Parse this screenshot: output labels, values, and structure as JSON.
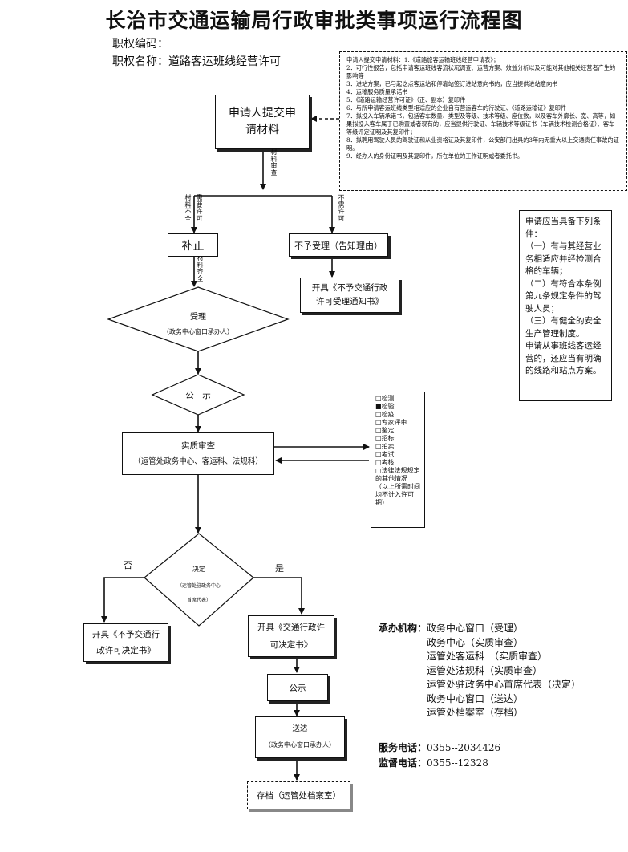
{
  "title": "长治市交通运输局行政审批类事项运行流程图",
  "code_label": "职权编码：",
  "name_label": "职权名称：道路客运班线经营许可",
  "requirements": [
    "申请人提交申请材料：1.《道路旅客运输班线经营申请表》；",
    "2．可行性报告，包括申请客运班线客流状况调查、运营方案、效益分析以及可能对其他相关经营者产生的影响等",
    "3．进站方案，已与起讫点客运站和停靠站签订进站意向书的，应当提供进站意向书",
    "4．运输服务质量承诺书",
    "5．《道路运输经营许可证》（正、副本）复印件",
    "6．与所申请客运班线类型相适应的企业自有营运客车的行驶证、《道路运输证》复印件",
    "7．拟投入车辆承诺书，包括客车数量、类型及等级、技术等级、座位数，以及客车外廓长、宽、高等，如果拟投入客车属于已购置或者现有的，应当提供行驶证、车辆技术等级证书（车辆技术检测合格证）、客车等级评定证明及其复印件；",
    "8．拟聘用驾驶人员的驾驶证和从业资格证及其复印件，公安部门出具的3年内无重大以上交通责任事故的证明。",
    "9．经办人的身份证明及其复印件，所在单位的工作证明或者委托书。"
  ],
  "conditions": [
    "申请应当具备下列条件：",
    "（一）有与其经营业务相适应并经检测合格的车辆；",
    "（二）有符合本条例第九条规定条件的驾驶人员；",
    "（三）有健全的安全生产管理制度。",
    "申请从事班线客运经营的，还应当有明确的线路和站点方案。"
  ],
  "nodes": {
    "submit": "申请人提交申请材料",
    "supplement": "补正",
    "reject": "不予受理（告知理由）",
    "reject_notice": "开具《不予交通行政许可受理通知书》",
    "accept": "受理",
    "accept_sub": "（政务中心窗口承办人）",
    "publicity1": "公　示",
    "review": "实质审查",
    "review_sub": "（运管处政务中心、客运科、法规科）",
    "decision": "决定",
    "decision_sub1": "（运管处驻政务中心",
    "decision_sub2": "首席代表）",
    "deny": "开具《不予交通行政许可决定书》",
    "approve": "开具《交通行政许可决定书》",
    "publicity2": "公示",
    "deliver": "送达",
    "deliver_sub": "（政务中心窗口承办人）",
    "archive": "存档（运管处档案室）"
  },
  "edge_labels": {
    "review_materials": "材料审查",
    "materials_incomplete": "材料不全",
    "needs_permit": "需要许可",
    "no_permit": "不需许可",
    "materials_complete": "材料齐全",
    "no": "否",
    "yes": "是"
  },
  "checklist": [
    "检测",
    "检验",
    "检疫",
    "专家评审",
    "鉴定",
    "招标",
    "拍卖",
    "考试",
    "考核",
    "法律法规规定的其他情况",
    "（以上所需时间均不计入许可期）"
  ],
  "checklist_checked": [
    false,
    true,
    false,
    false,
    false,
    false,
    false,
    false,
    false,
    false,
    false
  ],
  "org_label": "承办机构：",
  "orgs": [
    "政务中心窗口（受理）",
    "政务中心（实质审查）",
    "运管处客运科　（实质审查）",
    "运管处法规科（实质审查）",
    "运管处驻政务中心首席代表（决定）",
    "政务中心窗口（送达）",
    "运管处档案室（存档）"
  ],
  "service_label": "服务电话：",
  "service_phone": "0355--2034426",
  "supervise_label": "监督电话：",
  "supervise_phone": "0355--12328"
}
